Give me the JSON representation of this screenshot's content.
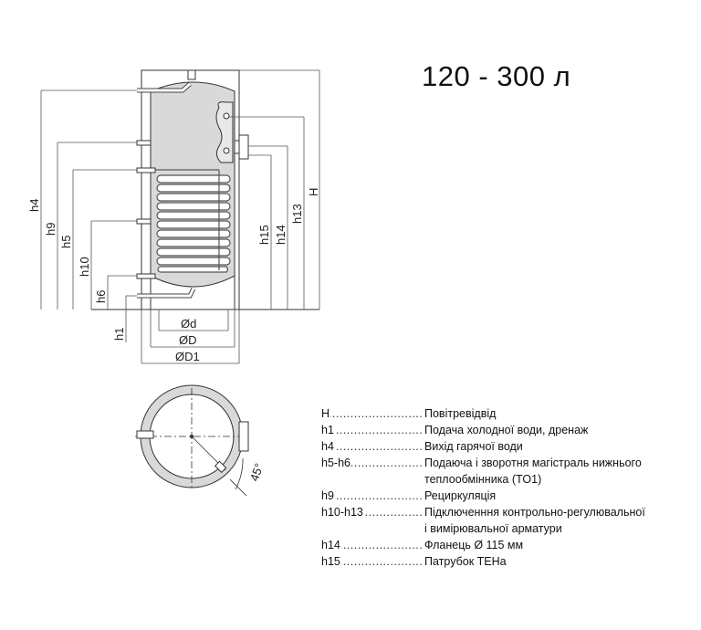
{
  "title": "120 - 300 л",
  "dimensions": {
    "H": "H",
    "h1": "h1",
    "h4": "h4",
    "h5": "h5",
    "h6": "h6",
    "h9": "h9",
    "h10": "h10",
    "h13": "h13",
    "h14": "h14",
    "h15": "h15",
    "d": "Ød",
    "D": "ØD",
    "D1": "ØD1",
    "angle": "45°"
  },
  "legend": [
    {
      "key": "H",
      "value": "Повітревідвід"
    },
    {
      "key": "h1",
      "value": "Подача холодної води, дренаж"
    },
    {
      "key": "h4",
      "value": "Вихід гарячої води"
    },
    {
      "key": "h5-h6",
      "value": "Подаюча і зворотня магістраль нижнього"
    },
    {
      "key": "",
      "value": "теплообмінника (TO1)"
    },
    {
      "key": "h9",
      "value": "Рециркуляція"
    },
    {
      "key": "h10-h13",
      "value": "Підключенння контрольно-регулювальної"
    },
    {
      "key": "",
      "value": "і вимірювальної арматури"
    },
    {
      "key": "h14",
      "value": "Фланець Ø 115 мм"
    },
    {
      "key": "h15",
      "value": "Патрубок ТЕНа"
    }
  ]
}
